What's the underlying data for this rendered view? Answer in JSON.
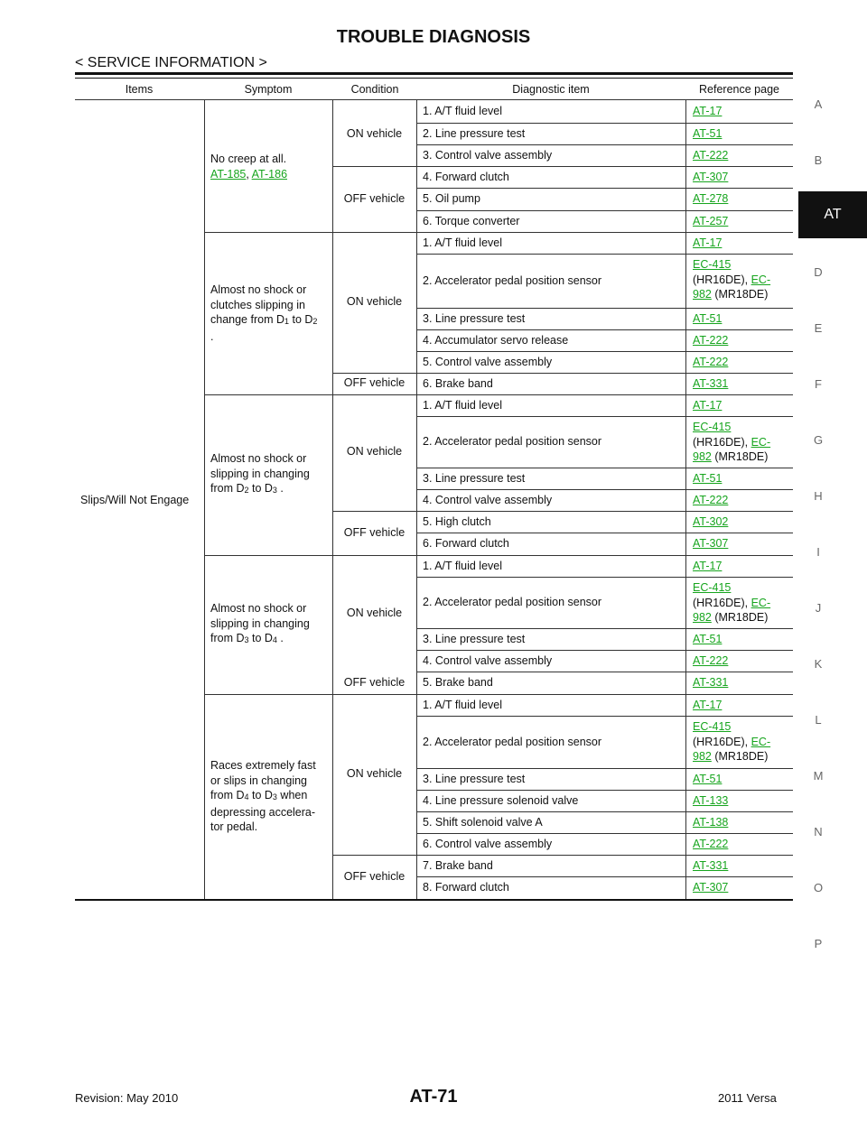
{
  "header": {
    "title": "TROUBLE DIAGNOSIS",
    "section": "< SERVICE INFORMATION >"
  },
  "table": {
    "columns": [
      "Items",
      "Symptom",
      "Condition",
      "Diagnostic item",
      "Reference page"
    ],
    "item": "Slips/Will Not Engage",
    "symptoms": [
      {
        "line1": "No creep at all.",
        "ref1": "AT-185",
        "sep": ", ",
        "ref2": "AT-186"
      },
      {
        "l1": "Almost no shock or",
        "l2": "clutches slipping in",
        "l3a": "change from D",
        "s1": "1",
        "l3b": " to D",
        "s2": "2",
        "l4": "."
      },
      {
        "l1": "Almost no shock or",
        "l2": "slipping in changing",
        "l3a": "from D",
        "s1": "2",
        "l3b": " to D",
        "s2": "3",
        "l3c": " ."
      },
      {
        "l1": "Almost no shock or",
        "l2": "slipping in changing",
        "l3a": "from D",
        "s1": "3",
        "l3b": " to D",
        "s2": "4",
        "l3c": " ."
      },
      {
        "l1": "Races extremely fast",
        "l2": "or slips in changing",
        "l3a": "from D",
        "s1": "4",
        "l3b": " to D",
        "s2": "3",
        "l3c": " when",
        "l4": "depressing accelera-",
        "l5": "tor pedal."
      }
    ],
    "conditions": [
      "ON vehicle",
      "OFF vehicle",
      "ON vehicle",
      "OFF vehicle",
      "ON vehicle",
      "OFF vehicle",
      "ON vehicle",
      "OFF vehicle",
      "ON vehicle",
      "OFF vehicle"
    ],
    "rows": [
      {
        "diag": "1. A/T fluid level",
        "ref": "AT-17"
      },
      {
        "diag": "2. Line pressure test",
        "ref": "AT-51"
      },
      {
        "diag": "3. Control valve assembly",
        "ref": "AT-222"
      },
      {
        "diag": "4. Forward clutch",
        "ref": "AT-307"
      },
      {
        "diag": "5. Oil pump",
        "ref": "AT-278"
      },
      {
        "diag": "6. Torque converter",
        "ref": "AT-257"
      },
      {
        "diag": "1. A/T fluid level",
        "ref": "AT-17"
      },
      {
        "diag": "2. Accelerator pedal position sensor",
        "ref": "EC-415",
        "ref_a": "(HR16DE), ",
        "ref_b1": "EC-",
        "ref_b2": "982",
        "ref_c": " (MR18DE)"
      },
      {
        "diag": "3. Line pressure test",
        "ref": "AT-51"
      },
      {
        "diag": "4. Accumulator servo release",
        "ref": "AT-222"
      },
      {
        "diag": "5. Control valve assembly",
        "ref": "AT-222"
      },
      {
        "diag": "6. Brake band",
        "ref": "AT-331"
      },
      {
        "diag": "1. A/T fluid level",
        "ref": "AT-17"
      },
      {
        "diag": "2. Accelerator pedal position sensor",
        "ref": "EC-415",
        "ref_a": "(HR16DE), ",
        "ref_b1": "EC-",
        "ref_b2": "982",
        "ref_c": " (MR18DE)"
      },
      {
        "diag": "3. Line pressure test",
        "ref": "AT-51"
      },
      {
        "diag": "4. Control valve assembly",
        "ref": "AT-222"
      },
      {
        "diag": "5. High clutch",
        "ref": "AT-302"
      },
      {
        "diag": "6. Forward clutch",
        "ref": "AT-307"
      },
      {
        "diag": "1. A/T fluid level",
        "ref": "AT-17"
      },
      {
        "diag": "2. Accelerator pedal position sensor",
        "ref": "EC-415",
        "ref_a": "(HR16DE), ",
        "ref_b1": "EC-",
        "ref_b2": "982",
        "ref_c": " (MR18DE)"
      },
      {
        "diag": "3. Line pressure test",
        "ref": "AT-51"
      },
      {
        "diag": "4. Control valve assembly",
        "ref": "AT-222"
      },
      {
        "diag": "5. Brake band",
        "ref": "AT-331"
      },
      {
        "diag": "1. A/T fluid level",
        "ref": "AT-17"
      },
      {
        "diag": "2. Accelerator pedal position sensor",
        "ref": "EC-415",
        "ref_a": "(HR16DE), ",
        "ref_b1": "EC-",
        "ref_b2": "982",
        "ref_c": " (MR18DE)"
      },
      {
        "diag": "3. Line pressure test",
        "ref": "AT-51"
      },
      {
        "diag": "4. Line pressure solenoid valve",
        "ref": "AT-133"
      },
      {
        "diag": "5. Shift solenoid valve A",
        "ref": "AT-138"
      },
      {
        "diag": "6. Control valve assembly",
        "ref": "AT-222"
      },
      {
        "diag": "7. Brake band",
        "ref": "AT-331"
      },
      {
        "diag": "8. Forward clutch",
        "ref": "AT-307"
      }
    ]
  },
  "side_index": {
    "letters": [
      "A",
      "B",
      "AT",
      "D",
      "E",
      "F",
      "G",
      "H",
      "I",
      "J",
      "K",
      "L",
      "M",
      "N",
      "O",
      "P"
    ],
    "active": "AT"
  },
  "footer": {
    "revision": "Revision: May 2010",
    "page": "AT-71",
    "model": "2011 Versa"
  },
  "colors": {
    "link": "#17a51e",
    "tab_bg": "#111111"
  }
}
